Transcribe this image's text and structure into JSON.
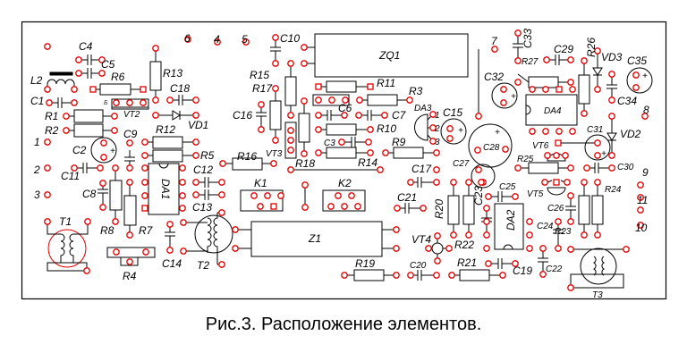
{
  "caption": "Рис.3. Расположение элементов.",
  "colors": {
    "pad": "#e00000",
    "outline": "#000000",
    "background": "#ffffff"
  },
  "terminals": [
    "1",
    "2",
    "3",
    "4",
    "5",
    "6",
    "7",
    "8",
    "9",
    "10",
    "11"
  ],
  "components": {
    "resistors": [
      "R1",
      "R2",
      "R3",
      "R4",
      "R5",
      "R6",
      "R7",
      "R8",
      "R9",
      "R10",
      "R11",
      "R12",
      "R13",
      "R14",
      "R15",
      "R16",
      "R17",
      "R18",
      "R19",
      "R20",
      "R21",
      "R22",
      "R23",
      "R24",
      "R25",
      "R26",
      "R27"
    ],
    "capacitors": [
      "C1",
      "C2",
      "C3",
      "C4",
      "C5",
      "C6",
      "C7",
      "C8",
      "C9",
      "C10",
      "C11",
      "C12",
      "C13",
      "C14",
      "C15",
      "C16",
      "C17",
      "C18",
      "C19",
      "C20",
      "C21",
      "C22",
      "C23",
      "C24",
      "C25",
      "C26",
      "C27",
      "C28",
      "C29",
      "C30",
      "C31",
      "C32",
      "C33",
      "C34",
      "C35"
    ],
    "transistors": [
      "VT2",
      "VT3",
      "VT4",
      "VT5",
      "VT6"
    ],
    "diodes": [
      "VD1",
      "VD2",
      "VD3"
    ],
    "ics": [
      "DA1",
      "DA2",
      "DA3",
      "DA4"
    ],
    "transformers": [
      "T1",
      "T2",
      "T3"
    ],
    "inductors": [
      "L2"
    ],
    "filters": [
      "Z1",
      "ZQ1"
    ],
    "connectors": [
      "K1",
      "K2"
    ],
    "base_mark": "Б"
  },
  "labels": {
    "ZQ1": "ZQ1",
    "Z1": "Z1",
    "K1": "K1",
    "K2": "K2",
    "DA1": "DA1",
    "DA2": "DA2",
    "DA3": "DA3",
    "DA4": "DA4",
    "T1": "T1",
    "T2": "T2",
    "T3": "T3",
    "L2": "L2",
    "VT2": "VT2",
    "VT3": "VT3",
    "VT4": "VT4",
    "VT5": "VT5",
    "VT6": "VT6",
    "VD1": "VD1",
    "VD2": "VD2",
    "VD3": "VD3",
    "R1": "R1",
    "R2": "R2",
    "R3": "R3",
    "R4": "R4",
    "R5": "R5",
    "R6": "R6",
    "R7": "R7",
    "R8": "R8",
    "R9": "R9",
    "R10": "R10",
    "R11": "R11",
    "R12": "R12",
    "R13": "R13",
    "R14": "R14",
    "R15": "R15",
    "R16": "R16",
    "R17": "R17",
    "R18": "R18",
    "R19": "R19",
    "R20": "R20",
    "R21": "R21",
    "R22": "R22",
    "R23": "R23",
    "R24": "R24",
    "R25": "R25",
    "R26": "R26",
    "R27": "R27",
    "C1": "C1",
    "C2": "C2",
    "C3": "C3",
    "C4": "C4",
    "C5": "C5",
    "C6": "C6",
    "C7": "C7",
    "C8": "C8",
    "C9": "C9",
    "C10": "C10",
    "C11": "C11",
    "C12": "C12",
    "C13": "C13",
    "C14": "C14",
    "C15": "C15",
    "C16": "C16",
    "C17": "C17",
    "C18": "C18",
    "C19": "C19",
    "C20": "C20",
    "C21": "C21",
    "C22": "C22",
    "C23": "C23",
    "C24": "C24",
    "C25": "C25",
    "C26": "C26",
    "C27": "C27",
    "C28": "C28",
    "C29": "C29",
    "C30": "C30",
    "C31": "C31",
    "C32": "C32",
    "C33": "C33",
    "C34": "C34",
    "C35": "C35",
    "t1": "1",
    "t2": "2",
    "t3": "3",
    "t4": "4",
    "t5": "5",
    "t6": "6",
    "t7": "7",
    "t8": "8",
    "t9": "9",
    "t10": "10",
    "t11": "11",
    "b": "Б",
    "plus": "+",
    "p1": "1",
    "p2": "2",
    "p3": "3",
    "p4": "4"
  }
}
